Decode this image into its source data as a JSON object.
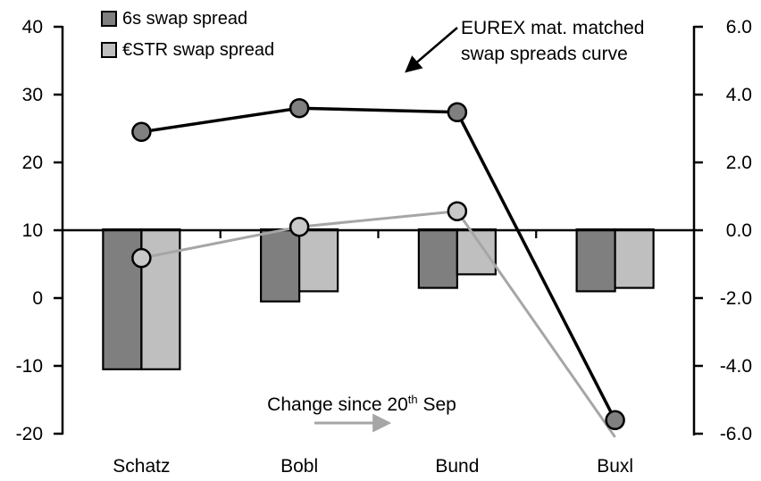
{
  "chart_data": {
    "type": "combo-bar-line",
    "categories": [
      "Schatz",
      "Bobl",
      "Bund",
      "Buxl"
    ],
    "left_axis": {
      "tick_labels": [
        "40",
        "30",
        "20",
        "10",
        "0",
        "-10",
        "-20"
      ],
      "tick_values": [
        40,
        30,
        20,
        10,
        0,
        -10,
        -20
      ],
      "min": -20,
      "max": 40
    },
    "right_axis": {
      "tick_labels": [
        "6.0",
        "4.0",
        "2.0",
        "0.0",
        "-2.0",
        "-4.0",
        "-6.0"
      ],
      "tick_values": [
        6,
        4,
        2,
        0,
        -2,
        -4,
        -6
      ],
      "min": -6,
      "max": 6
    },
    "bar_series": [
      {
        "id": "dark-bars",
        "legend_label": "6s swap spread",
        "axis": "right",
        "color": "#7f7f7f",
        "values": [
          -4.1,
          -2.1,
          -1.7,
          -1.8
        ]
      },
      {
        "id": "light-bars",
        "legend_label": "€STR swap spread",
        "axis": "right",
        "color": "#bfbfbf",
        "values": [
          -4.1,
          -1.8,
          -1.3,
          -1.7
        ]
      }
    ],
    "line_series": [
      {
        "id": "black-line",
        "axis": "left",
        "color": "#000000",
        "marker_fill": "#808080",
        "values": [
          24.5,
          28.0,
          27.4,
          -18.0
        ],
        "show_marker": [
          true,
          true,
          true,
          true
        ]
      },
      {
        "id": "gray-line",
        "axis": "left",
        "color": "#a6a6a6",
        "marker_fill": "#c8c8c8",
        "values": [
          5.9,
          10.5,
          12.8,
          -20.5
        ],
        "show_marker": [
          true,
          true,
          true,
          false
        ]
      }
    ],
    "grid": false,
    "legend_position": "top-left"
  },
  "legend": {
    "items": [
      {
        "label": "6s swap spread",
        "color": "#7f7f7f"
      },
      {
        "label": "€STR swap spread",
        "color": "#bfbfbf"
      }
    ]
  },
  "annotations": {
    "curve_label_line1": "EUREX mat. matched",
    "curve_label_line2": "swap spreads curve",
    "change_prefix": "Change since 20",
    "change_sup": "th",
    "change_suffix": " Sep"
  },
  "colors": {
    "dark_bar": "#7f7f7f",
    "light_bar": "#bfbfbf",
    "black_line": "#000000",
    "gray_line": "#a6a6a6",
    "gray_arrow": "#a6a6a6",
    "axis": "#000000",
    "background": "#ffffff"
  }
}
